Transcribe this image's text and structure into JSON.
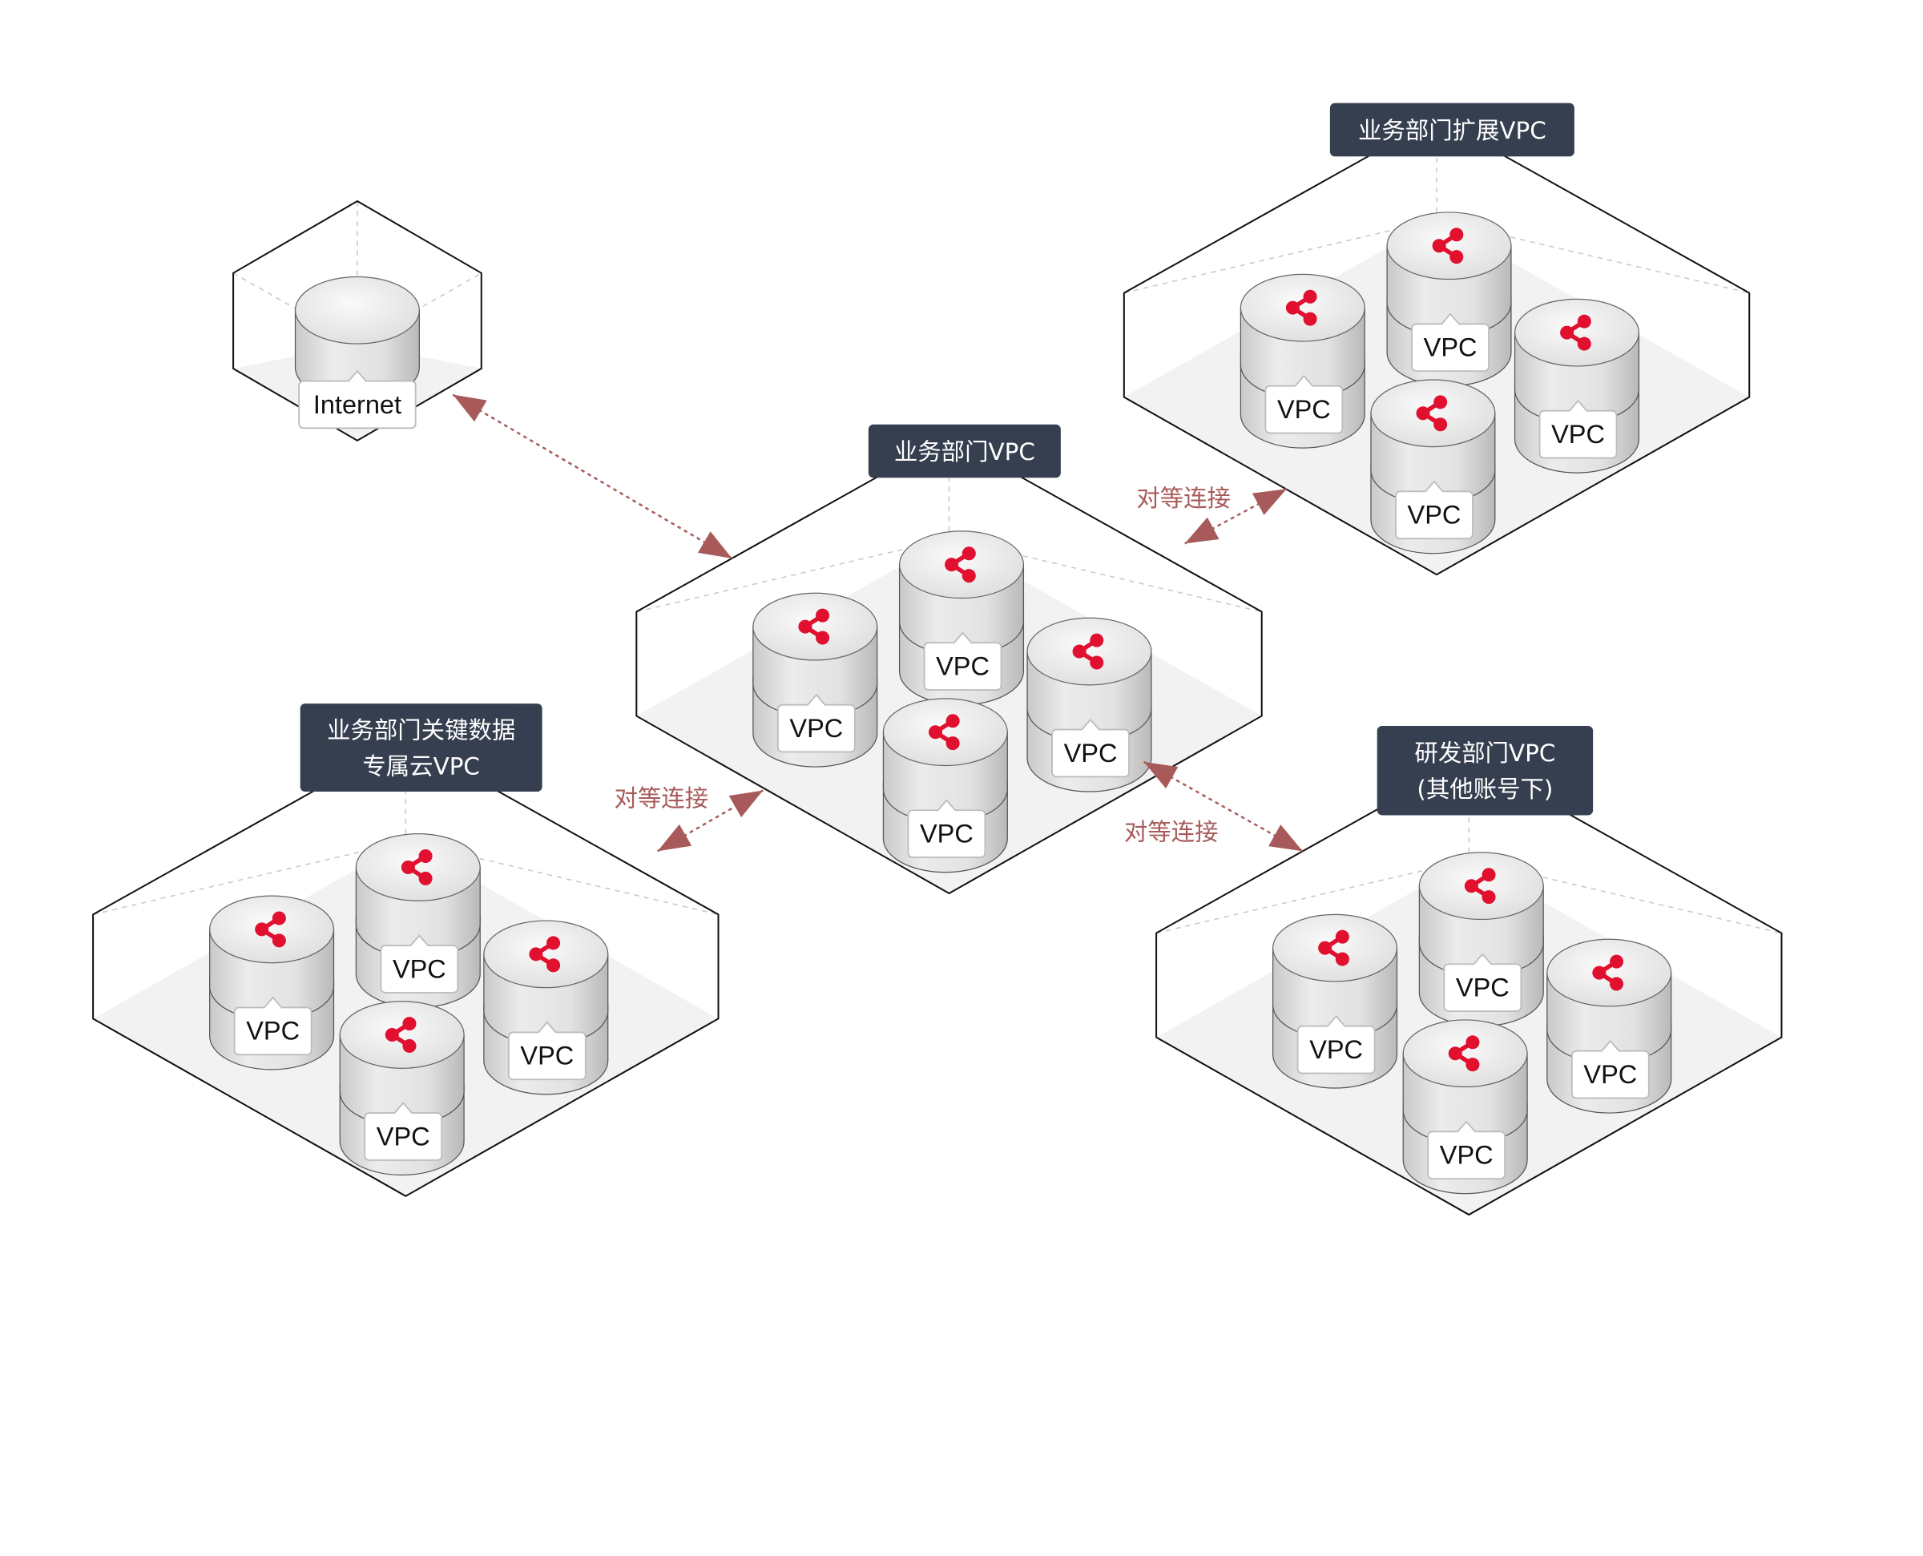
{
  "colors": {
    "title_bg": "#363f4f",
    "accent_red": "#e0102e",
    "link": "#a85a5a",
    "floor": "#f2f2f2"
  },
  "internet": {
    "label": "Internet"
  },
  "clusters": [
    {
      "id": "business",
      "title_lines": [
        "业务部门VPC"
      ],
      "vpc_labels": [
        "VPC",
        "VPC",
        "VPC",
        "VPC"
      ]
    },
    {
      "id": "business-ext",
      "title_lines": [
        "业务部门扩展VPC"
      ],
      "vpc_labels": [
        "VPC",
        "VPC",
        "VPC",
        "VPC"
      ]
    },
    {
      "id": "business-critical",
      "title_lines": [
        "业务部门关键数据",
        "专属云VPC"
      ],
      "vpc_labels": [
        "VPC",
        "VPC",
        "VPC",
        "VPC"
      ]
    },
    {
      "id": "rnd",
      "title_lines": [
        "研发部门VPC",
        "(其他账号下)"
      ],
      "vpc_labels": [
        "VPC",
        "VPC",
        "VPC",
        "VPC"
      ]
    }
  ],
  "connections": [
    {
      "from": "internet",
      "to": "business",
      "label": ""
    },
    {
      "from": "business",
      "to": "business-ext",
      "label": "对等连接"
    },
    {
      "from": "business-critical",
      "to": "business",
      "label": "对等连接"
    },
    {
      "from": "business",
      "to": "rnd",
      "label": "对等连接"
    }
  ]
}
